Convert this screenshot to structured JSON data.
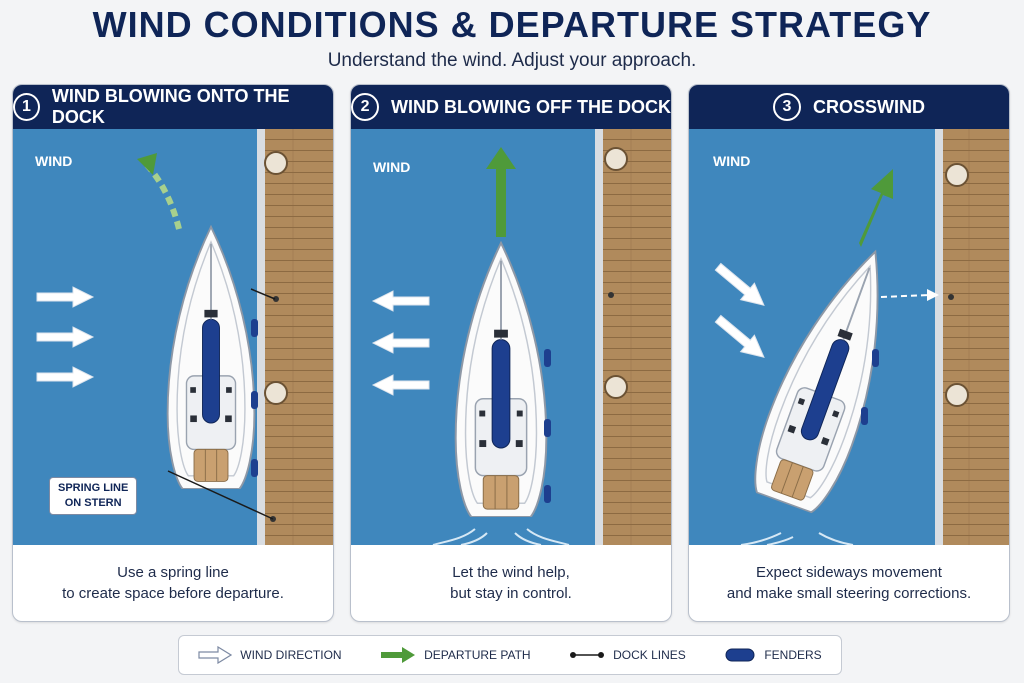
{
  "title": "WIND CONDITIONS & DEPARTURE STRATEGY",
  "subtitle": "Understand the wind. Adjust your approach.",
  "panels": [
    {
      "number": "1",
      "title": "WIND BLOWING ONTO THE DOCK",
      "wind_label": "WIND",
      "callout_line1": "SPRING LINE",
      "callout_line2": "ON STERN",
      "caption_line1": "Use a spring line",
      "caption_line2": "to create space before departure."
    },
    {
      "number": "2",
      "title": "WIND BLOWING OFF THE DOCK",
      "wind_label": "WIND",
      "caption_line1": "Let the wind help,",
      "caption_line2": "but stay in control."
    },
    {
      "number": "3",
      "title": "CROSSWIND",
      "wind_label": "WIND",
      "caption_line1": "Expect sideways movement",
      "caption_line2": "and make small steering corrections."
    }
  ],
  "legend": {
    "wind_direction": "WIND DIRECTION",
    "departure_path": "DEPARTURE PATH",
    "dock_lines": "DOCK LINES",
    "fenders": "FENDERS"
  },
  "colors": {
    "navy": "#0f2557",
    "water": "#3f87bd",
    "dock": "#b08a5c",
    "green": "#4f9a3a",
    "fender": "#1d3f8f"
  }
}
